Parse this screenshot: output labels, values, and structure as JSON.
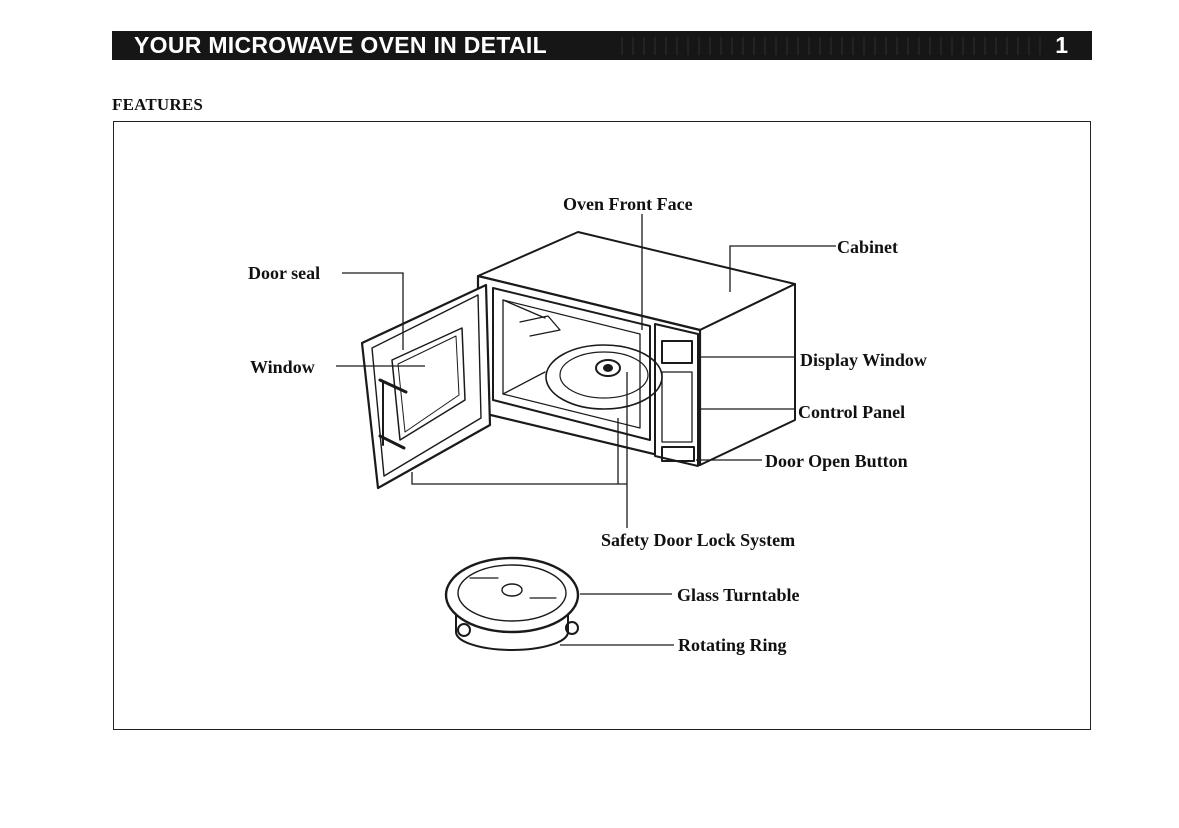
{
  "header": {
    "title": "YOUR MICROWAVE OVEN IN DETAIL",
    "page_number": "1"
  },
  "section": {
    "heading": "FEATURES"
  },
  "diagram": {
    "labels": {
      "oven_front_face": "Oven Front Face",
      "cabinet": "Cabinet",
      "door_seal": "Door seal",
      "window": "Window",
      "display_window": "Display Window",
      "control_panel": "Control Panel",
      "door_open_button": "Door Open Button",
      "safety_door_lock_system": "Safety Door Lock System",
      "glass_turntable": "Glass Turntable",
      "rotating_ring": "Rotating Ring"
    }
  }
}
